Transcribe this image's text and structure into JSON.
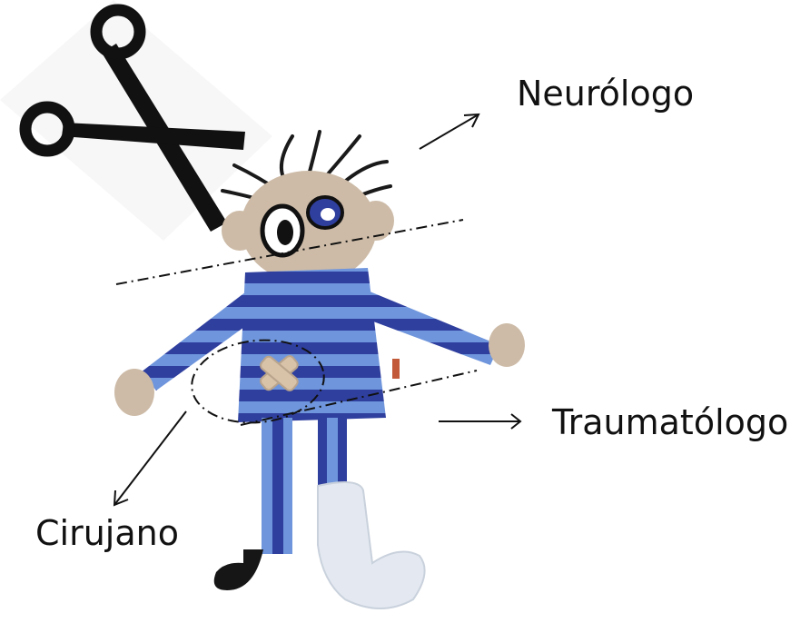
{
  "labels": {
    "neurologo": "Neurólogo",
    "traumatologo": "Traumatólogo",
    "cirujano": "Cirujano"
  },
  "colors": {
    "stripe_dark": "#2f3f9e",
    "stripe_light": "#6f95dc",
    "skin": "#cdbba7",
    "cast": "#e4e9f1",
    "shoe": "#161616",
    "ink": "#111111"
  },
  "icons": {
    "scissors": "scissors-icon"
  }
}
